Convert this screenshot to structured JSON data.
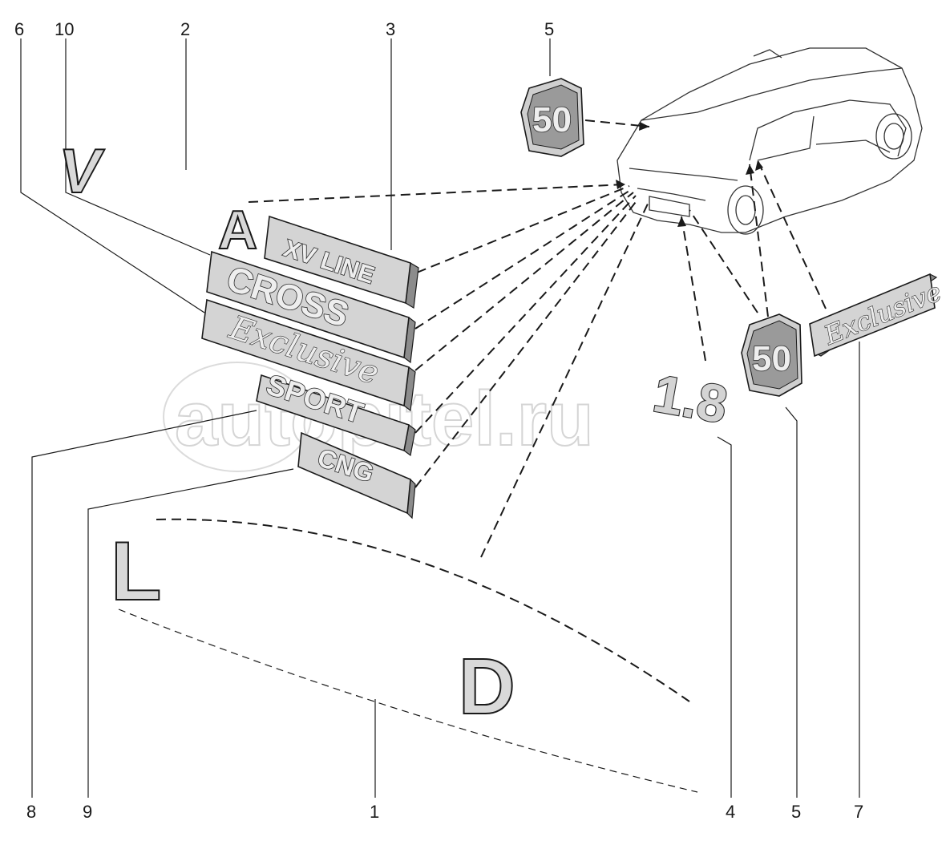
{
  "callouts": {
    "c6": "6",
    "c10": "10",
    "c2": "2",
    "c3": "3",
    "c5_top": "5",
    "c8": "8",
    "c9": "9",
    "c1": "1",
    "c4": "4",
    "c5_bottom": "5",
    "c7": "7"
  },
  "emblems": {
    "xv_line": "XV LINE",
    "cross": "CROSS",
    "exclusive": "Exclusive",
    "sport": "SPORT",
    "cng": "CNG",
    "displacement": "1.8",
    "anniversary": "50",
    "exclusive_side": "Exclusive"
  },
  "letters": {
    "v": "V",
    "a": "A",
    "l": "L",
    "d": "D"
  },
  "watermark": "autopitel.ru"
}
